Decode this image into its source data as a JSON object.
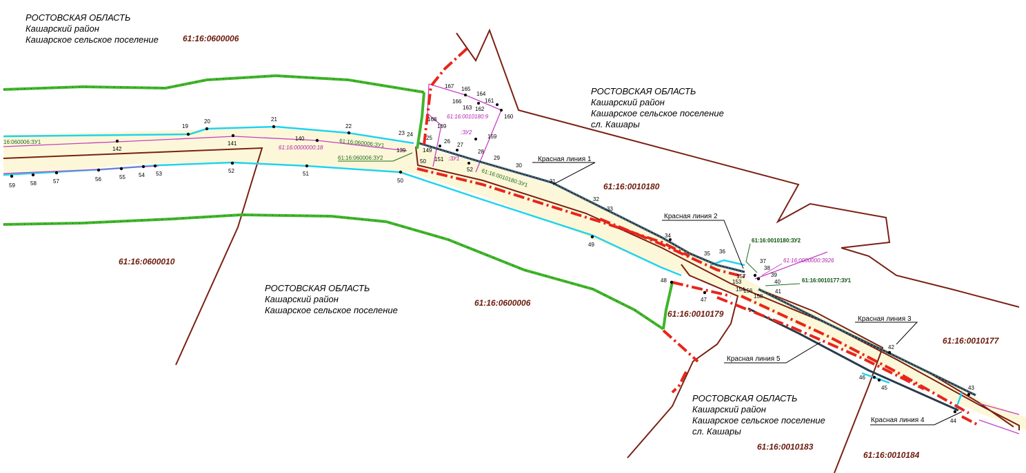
{
  "regions": {
    "r1": [
      "РОСТОВСКАЯ ОБЛАСТЬ",
      "Кашарский район",
      "Кашарское сельское поселение"
    ],
    "r2": [
      "РОСТОВСКАЯ ОБЛАСТЬ",
      "Кашарский район",
      "Кашарское сельское поселение",
      "сл. Кашары"
    ],
    "r3": [
      "РОСТОВСКАЯ ОБЛАСТЬ",
      "Кашарский район",
      "Кашарское сельское поселение"
    ],
    "r4": [
      "РОСТОВСКАЯ ОБЛАСТЬ",
      "Кашарский район",
      "Кашарское сельское поселение",
      "сл. Кашары"
    ]
  },
  "cadastral": {
    "c1": "61:16:0600006",
    "c2": "61:16:0010180",
    "c3": "61:16:0600010",
    "c4": "61:16:0600006",
    "c5": "61:16:0010179",
    "c6": "61:16:0010177",
    "c7": "61:16:0010183",
    "c8": "61:16:0010184"
  },
  "plots": {
    "p1": "16:060006:ЗУ1",
    "p2": "61:16:0000000:18",
    "p3": "61:16:060006:ЗУ1",
    "p4": "61:16:060006:ЗУ2",
    "p5": "61:16:0010180:9",
    "p6": ":ЗУ2",
    "p7": ":ЗУ1",
    "p8": "61:16:0010180:ЗУ1",
    "p9": "61:16:0010180:ЗУ2",
    "p10": "61:16:0000000:3926",
    "p11": "61:16:0010177:ЗУ1"
  },
  "red_lines": {
    "l1": "Красная линия 1",
    "l2": "Красная линия 2",
    "l3": "Красная линия 3",
    "l4": "Красная линия 4",
    "l5": "Красная линия 5"
  },
  "points": {
    "n19": "19",
    "n20": "20",
    "n21": "21",
    "n22": "22",
    "n23": "23",
    "n24": "24",
    "n25": "25",
    "n26": "26",
    "n27": "27",
    "n28": "28",
    "n29": "29",
    "n30": "30",
    "n31": "31",
    "n32": "32",
    "n33": "33",
    "n34": "34",
    "n35": "35",
    "n36": "36",
    "n37": "37",
    "n38": "38",
    "n39": "39",
    "n40": "40",
    "n41": "41",
    "n42": "42",
    "n43": "43",
    "n44": "44",
    "n45": "45",
    "n46": "46",
    "n47": "47",
    "n48": "48",
    "n49": "49",
    "n50a": "50",
    "n50b": "50",
    "n51": "51",
    "n52": "52",
    "n53": "53",
    "n54": "54",
    "n55": "55",
    "n56": "56",
    "n57": "57",
    "n58": "58",
    "n59": "59",
    "n139": "139",
    "n140": "140",
    "n141": "141",
    "n142": "142",
    "n149": "149",
    "n151": "151",
    "n152": "52",
    "n153": "153",
    "n154": "154",
    "n157": "157",
    "n158": "158",
    "n159": "159",
    "n160": "160",
    "n161": "161",
    "n162": "162",
    "n163": "163",
    "n164": "164",
    "n165": "165",
    "n166": "166",
    "n167": "167",
    "n168": "168",
    "n169": "169",
    "n156": "156"
  },
  "colors": {
    "road_fill": "#fcf7d8",
    "boundary": "#7a1f12",
    "red_line": "#e8251b",
    "green_line": "#3fb52a",
    "cyan_line": "#1fd3ef",
    "magenta_line": "#c53fc5"
  }
}
